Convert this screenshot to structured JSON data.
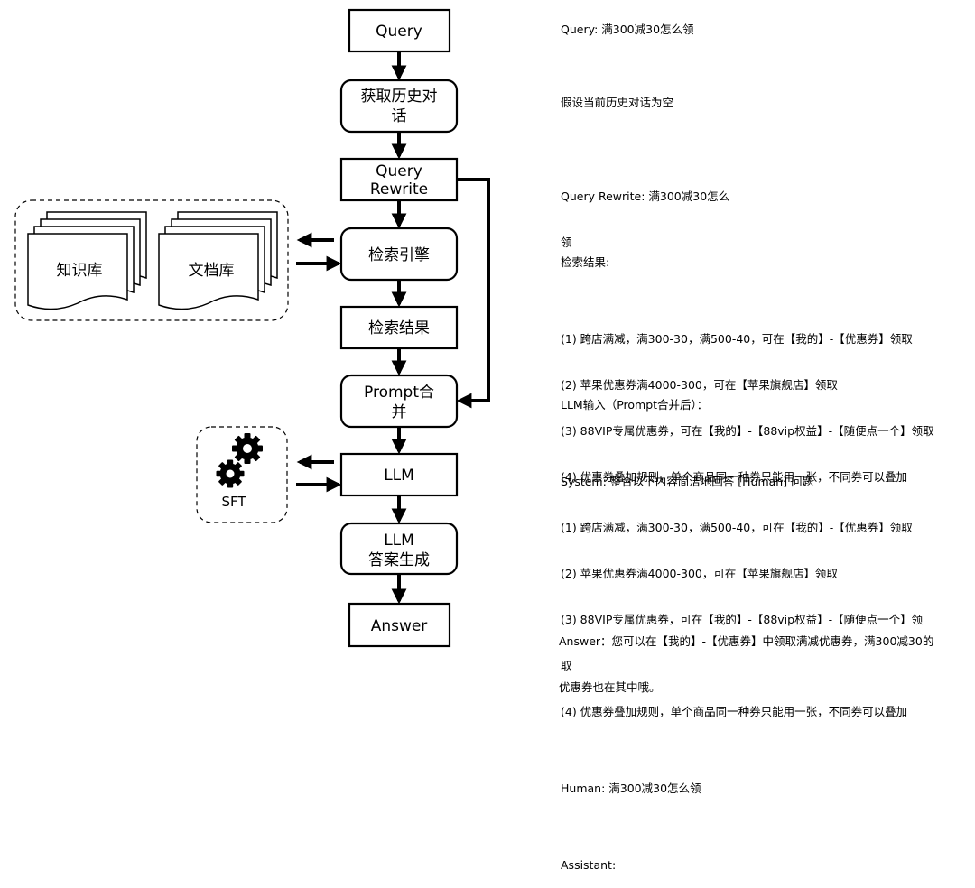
{
  "flow": {
    "nodes": {
      "query": [
        "Query"
      ],
      "history": [
        "获取历史对",
        "话"
      ],
      "rewrite": [
        "Query",
        "Rewrite"
      ],
      "search": [
        "检索引擎"
      ],
      "results": [
        "检索结果"
      ],
      "prompt": [
        "Prompt合",
        "并"
      ],
      "llm": [
        "LLM"
      ],
      "generate": [
        "LLM",
        "答案生成"
      ],
      "answer": [
        "Answer"
      ]
    },
    "knowledge_base_label": "知识库",
    "doc_base_label": "文档库",
    "sft_label": "SFT"
  },
  "notes": {
    "query": "Query: 满300减30怎么领",
    "history": "假设当前历史对话为空",
    "rewrite": [
      "Query Rewrite: 满300减30怎么",
      "领"
    ],
    "search": [
      "检索结果:",
      "",
      "(1) 跨店满减，满300-30，满500-40，可在【我的】-【优惠券】领取",
      "(2) 苹果优惠券满4000-300，可在【苹果旗舰店】领取",
      "(3) 88VIP专属优惠券，可在【我的】-【88vip权益】-【随便点一个】领取",
      "(4) 优惠券叠加规则，单个商品同一种券只能用一张，不同券可以叠加"
    ],
    "llm_input": [
      "LLM输入（Prompt合并后）：",
      "",
      "System: 整合以下内容简洁地回答 [Human] 问题",
      "(1) 跨店满减，满300-30，满500-40，可在【我的】-【优惠券】领取",
      "(2) 苹果优惠券满4000-300，可在【苹果旗舰店】领取",
      "(3) 88VIP专属优惠券，可在【我的】-【88vip权益】-【随便点一个】领",
      "取",
      "(4) 优惠券叠加规则，单个商品同一种券只能用一张，不同券可以叠加",
      "",
      "Human: 满300减30怎么领",
      "",
      "Assistant:"
    ],
    "answer": [
      "Answer：您可以在【我的】-【优惠券】中领取满减优惠券，满300减30的",
      "优惠券也在其中哦。"
    ]
  }
}
